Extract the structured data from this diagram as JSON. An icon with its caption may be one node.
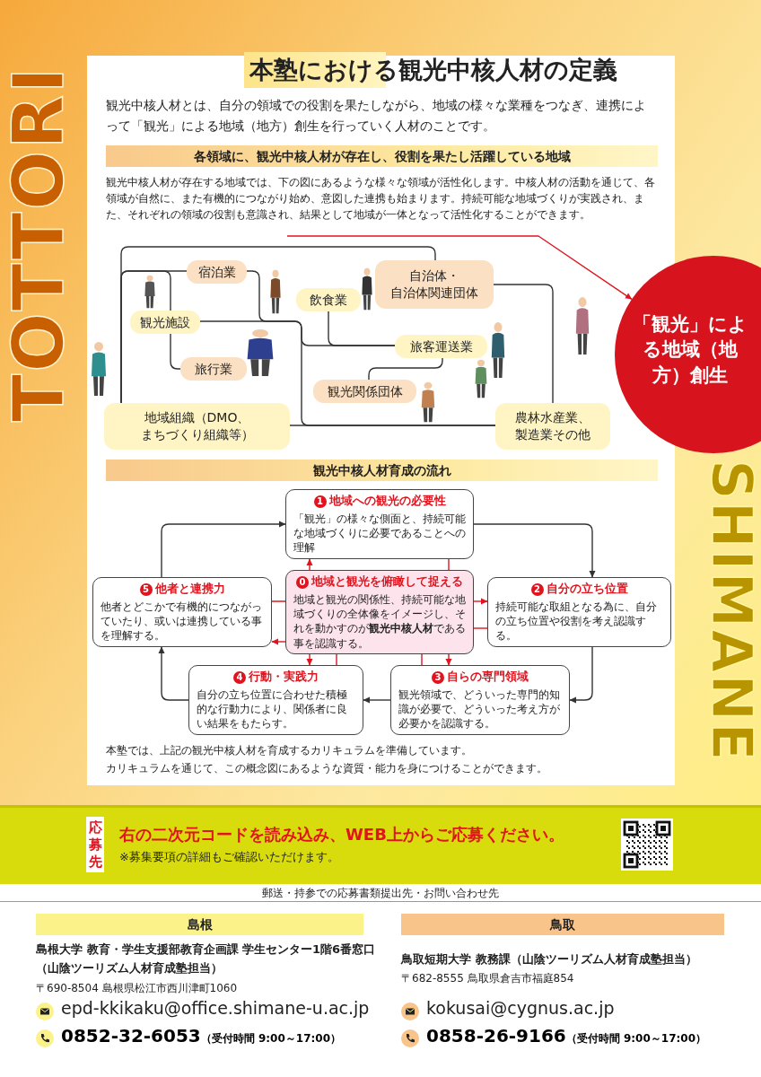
{
  "diagram": {
    "title": "本塾における**観光中核人材**の定義",
    "nodes": [
      {
        "text": [
          "宿泊業"
        ]
      },
      {
        "text": [
          "飲食業"
        ]
      },
      {
        "text": [
          "自治体・自治体関連団体"
        ]
      },
      {
        "text": [
          "観光施設"
        ]
      },
      {
        "text": [
          "旅客運送業"
        ]
      },
      {
        "text": [
          "旅行業"
        ]
      },
      {
        "text": [
          "観光関係団体"
        ]
      },
      {
        "text": [
          "地域組織（DMO、まちづくり組織等）"
        ]
      },
      {
        "text": [
          "農林水産業、製造業その他"
        ]
      },
      {
        "text": [
          "「観光」による地域（地方）創生"
        ]
      },
      {
        "text": [
          "1",
          "地域への観光の必要性",
          "「観光」の様々な側面と、持続可能な地域づくりに必要であることへの理解"
        ]
      },
      {
        "text": [
          "5",
          "他者と連携力",
          "他者とどこかで有機的につながっていたり、或いは連携している事を理解する。"
        ]
      },
      {
        "text": [
          "0",
          "地域と観光を俯瞰して捉える",
          "地域と観光の関係性、持続可能な地域づくりの全体像をイメージし、それを動かすのが**観光中核人材**である事を認識する。"
        ]
      },
      {
        "text": [
          "2",
          "自分の立ち位置",
          "持続可能な取組となる為に、自分の立ち位置や役割を考え認識する。"
        ]
      },
      {
        "text": [
          "4",
          "行動・実践力",
          "自分の立ち位置に合わせた積極的な行動力により、関係者に良い結果をもたらす。"
        ]
      },
      {
        "text": [
          "3",
          "自らの専門領域",
          "観光領域で、どういった専門的知識が必要で、どういった考え方が必要かを認識する。"
        ]
      }
    ],
    "edges": [
      {
        "from": 7,
        "to": 2,
        "arrow": "none"
      },
      {
        "from": 7,
        "to": 0,
        "arrow": "none"
      },
      {
        "from": 7,
        "to": 3,
        "arrow": "none"
      },
      {
        "from": 3,
        "to": 5,
        "arrow": "none"
      },
      {
        "from": 0,
        "to": 4,
        "arrow": "none"
      },
      {
        "from": 3,
        "to": 8,
        "arrow": "none"
      },
      {
        "from": 1,
        "to": 4,
        "arrow": "none"
      },
      {
        "from": 6,
        "to": 4,
        "arrow": "none"
      },
      {
        "from": 2,
        "to": 8,
        "arrow": "none"
      },
      {
        "from": 7,
        "to": 8,
        "arrow": "none"
      },
      {
        "from": null,
        "to": 9,
        "arrow": "to",
        "color": "#e0141e"
      },
      {
        "from": 10,
        "to": 13,
        "arrow": "to"
      },
      {
        "from": 13,
        "to": 15,
        "arrow": "to"
      },
      {
        "from": 15,
        "to": 14,
        "arrow": "to"
      },
      {
        "from": 14,
        "to": 11,
        "arrow": "to"
      },
      {
        "from": 11,
        "to": 10,
        "arrow": "to"
      },
      {
        "from": 12,
        "to": 10,
        "arrow": "to",
        "color": "#e0141e"
      },
      {
        "from": 10,
        "to": 12,
        "arrow": "none",
        "color": "#e0141e"
      },
      {
        "from": 12,
        "to": 13,
        "arrow": "to",
        "color": "#e0141e"
      },
      {
        "from": 13,
        "to": 12,
        "arrow": "none",
        "color": "#e0141e"
      },
      {
        "from": 12,
        "to": 15,
        "arrow": "to",
        "color": "#e0141e"
      },
      {
        "from": 15,
        "to": 12,
        "arrow": "none",
        "color": "#e0141e"
      },
      {
        "from": 12,
        "to": 14,
        "arrow": "to",
        "color": "#e0141e"
      },
      {
        "from": 14,
        "to": 12,
        "arrow": "none",
        "color": "#e0141e"
      },
      {
        "from": 12,
        "to": 11,
        "arrow": "to",
        "color": "#e0141e"
      },
      {
        "from": 11,
        "to": 12,
        "arrow": "none",
        "color": "#e0141e"
      }
    ],
    "labels": [
      "TOTTORI",
      "観光中核人材とは、自分の領域での役割を果たしながら、地域の様々な業種をつなぎ、連携によって「観光」による地域（地方）創生を行っていく人材のことです。",
      "各領域に、**観光中核人材**が存在し、役割を果たし活躍している地域",
      "観光中核人材が存在する地域では、下の図にあるような様々な領域が活性化します。中核人材の活動を通じて、各領域が自然に、また有機的につながり始め、意図した連携も始まります。持続可能な地域づくりが実践され、また、それぞれの領域の役割も意識され、結果として地域が一体となって活性化することができます。",
      "**観光中核人材**育成の流れ",
      "本塾では、上記の観光中核人材を育成するカリキュラムを準備しています。",
      "カリキュラムを通じて、この概念図にあるような資質・能力を身につけることができます。",
      "SHIMANE",
      "応募先",
      "右の二次元コードを読み込み、WEB上からご応募ください。",
      "※募集要項の詳細もご確認いただけます。",
      "郵送・持参での応募書類提出先・お問い合わせ先",
      "島根",
      "島根大学 教育・学生支援部教育企画課 学生センター1階6番窓口（山陰ツーリズム人材育成塾担当）",
      "〒690-8504 島根県松江市西川津町1060",
      "epd-kkikaku@office.shimane-u.ac.jp",
      "0852-32-6053",
      "（受付時間 9:00～17:00）",
      "鳥取",
      "鳥取短期大学 教務課（山陰ツーリズム人材育成塾担当）",
      "〒682-8555 鳥取県倉吉市福庭854",
      "kokusai@cygnus.ac.jp",
      "0858-26-9166",
      "（受付時間 9:00～17:00）"
    ]
  }
}
